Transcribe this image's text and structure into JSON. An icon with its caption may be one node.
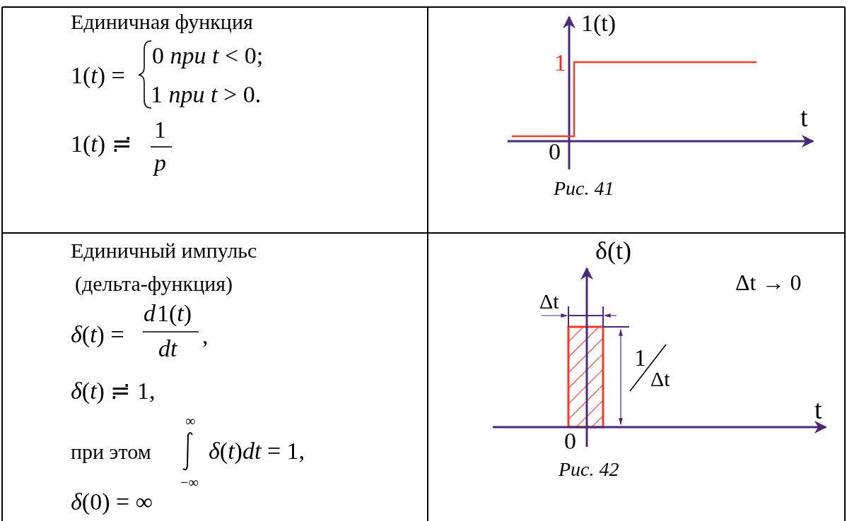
{
  "diagram": {
    "labels": [
      "Единичная функция",
      "1(*t*) =",
      "0 *при* *t* < 0;",
      "1 *при* *t* > 0.",
      "1(*t*) ≓",
      "1",
      "p",
      "1(t)",
      "1",
      "t",
      "0",
      "Рис. 41",
      "Единичный импульс",
      "(дельта-функция)",
      "*δ*(*t*) =",
      "d",
      "1(*t*)",
      "dt",
      ",",
      "*δ*(*t*) ≓ 1,",
      "при этом",
      "∞",
      "−∞",
      "*δ*(*t*)*dt* = 1,",
      "*δ*(0) = ∞",
      "δ(t)",
      "Δt → 0",
      "Δt",
      "1",
      "Δt",
      "t",
      "0",
      "Рис. 42"
    ]
  }
}
